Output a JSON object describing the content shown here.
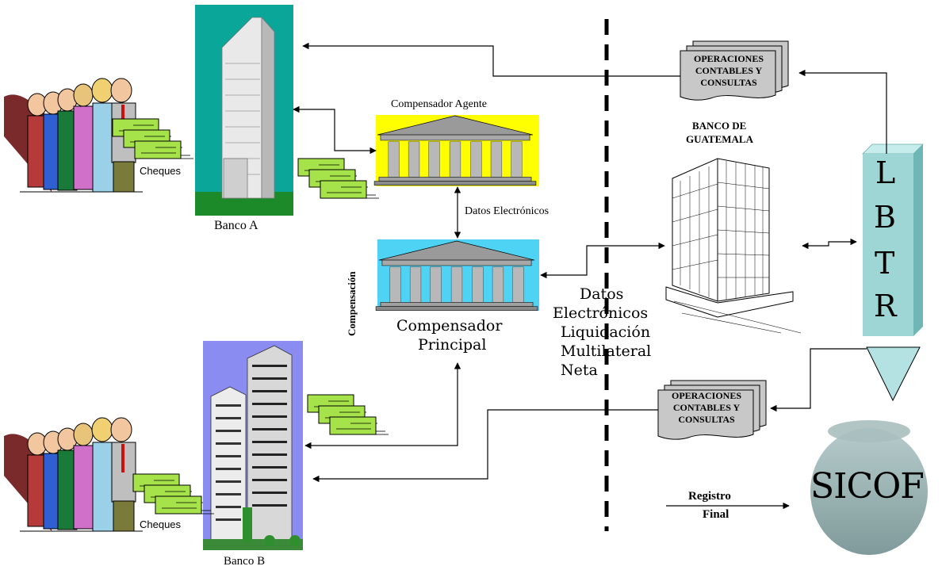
{
  "labels": {
    "banco_a": "Banco A",
    "banco_b": "Banco B",
    "cheques_top": "Cheques",
    "cheques_bottom": "Cheques",
    "compensador_agente": "Compensador Agente",
    "datos_electronicos_small": "Datos Electrónicos",
    "compensacion": "Compensación",
    "compensador_principal_1": "Compensador",
    "compensador_principal_2": "Principal",
    "datos": "Datos",
    "electronicos": "Electrónicos",
    "liquidacion": "Liquidación",
    "multilateral": "Multilateral",
    "neta": "Neta",
    "banco_guatemala_1": "BANCO DE",
    "banco_guatemala_2": "GUATEMALA",
    "ops_top_1": "OPERACIONES",
    "ops_top_2": "CONTABLES Y",
    "ops_top_3": "CONSULTAS",
    "ops_bottom_1": "OPERACIONES",
    "ops_bottom_2": "CONTABLES Y",
    "ops_bottom_3": "CONSULTAS",
    "lbtr_l": "L",
    "lbtr_b": "B",
    "lbtr_t": "T",
    "lbtr_r": "R",
    "sicof": "SICOF",
    "registro": "Registro",
    "final": "Final"
  },
  "colors": {
    "teal_bg": "#0aa69a",
    "yellow_bg": "#ffff00",
    "cyan_bg": "#4fd3f5",
    "periwinkle_bg": "#8a8cf2",
    "cheque_green": "#a6e34a",
    "lbtr_teal": "#9ed6d6",
    "sicof_gray": "#8aa5a5",
    "triangle_teal": "#b4e2e2",
    "doc_gray": "#c8c8c8"
  }
}
